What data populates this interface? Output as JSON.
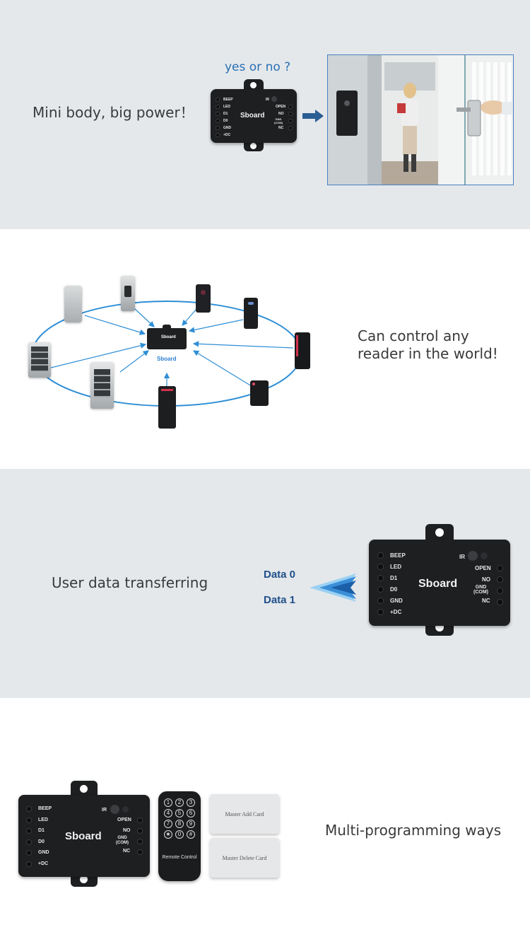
{
  "section1": {
    "caption": "Mini body, big power！",
    "question": "yes or no ?",
    "board": {
      "name": "Sboard",
      "left_labels": [
        "BEEP",
        "LED",
        "D1",
        "D0",
        "GND",
        "+DC"
      ],
      "ir_label": "IR",
      "right_labels": [
        "OPEN",
        "NO",
        "GND\n(COM)",
        "NC"
      ]
    },
    "arrow_icon": "right-arrow-icon",
    "photo_icon": "office-door-photo"
  },
  "section2": {
    "caption_line1": "Can control any",
    "caption_line2": "reader in the world!",
    "hub_label": "Sboard",
    "hub_board_name": "Sboard"
  },
  "section3": {
    "caption": "User data transferring",
    "data0": "Data 0",
    "data1": "Data 1",
    "board": {
      "name": "Sboard",
      "left_labels": [
        "BEEP",
        "LED",
        "D1",
        "D0",
        "GND",
        "+DC"
      ],
      "ir_label": "IR",
      "right_labels": [
        "OPEN",
        "NO",
        "GND\n(COM)",
        "NC"
      ]
    },
    "colors": {
      "data_text": "#1f4f8a",
      "chevron": "#3a8fd8"
    }
  },
  "section4": {
    "caption": "Multi-programming ways",
    "board": {
      "name": "Sboard",
      "left_labels": [
        "BEEP",
        "LED",
        "D1",
        "D0",
        "GND",
        "+DC"
      ],
      "ir_label": "IR",
      "right_labels": [
        "OPEN",
        "NO",
        "GND\n(COM)",
        "NC"
      ]
    },
    "remote_keys": [
      "1",
      "2",
      "3",
      "4",
      "5",
      "6",
      "7",
      "8",
      "9",
      "★",
      "0",
      "#"
    ],
    "remote_label": "Remote Control",
    "card_add": "Master Add Card",
    "card_delete": "Master Delete Card"
  }
}
